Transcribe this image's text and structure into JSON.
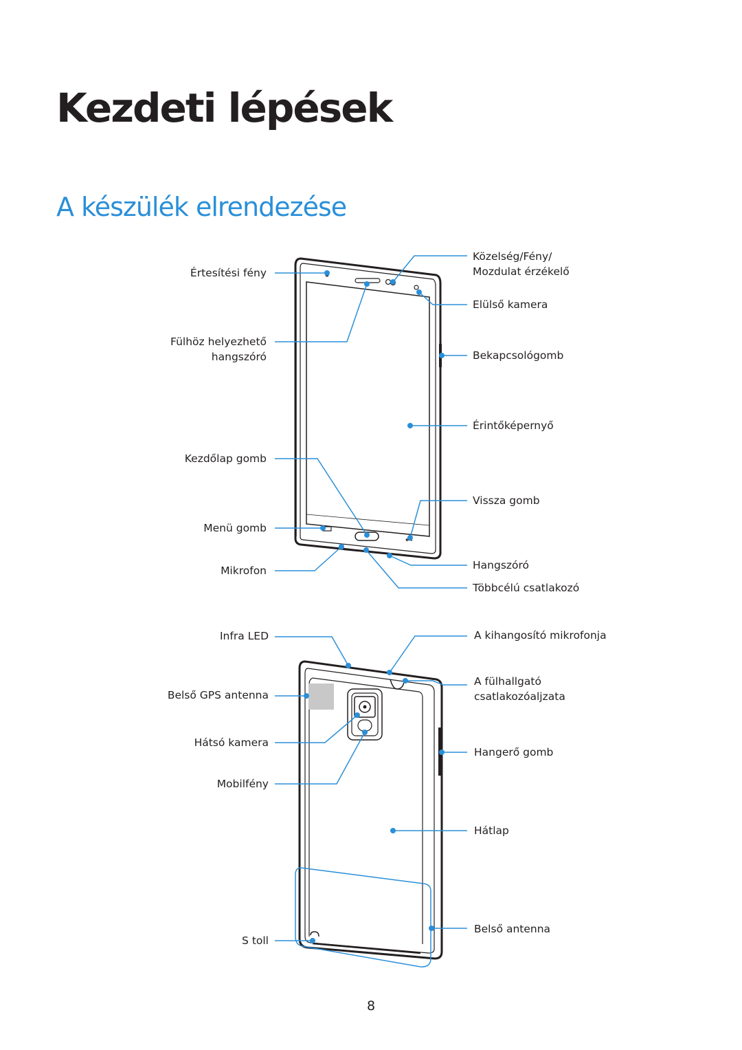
{
  "chapter_title": "Kezdeti lépések",
  "section_title": "A készülék elrendezése",
  "page_number": "8",
  "accent_color": "#2a8fd8",
  "front_labels": {
    "notification_light": "Értesítési fény",
    "earpiece_line1": "Fülhöz helyezhető",
    "earpiece_line2": "hangszóró",
    "home_button": "Kezdőlap gomb",
    "menu_button": "Menü gomb",
    "microphone": "Mikrofon",
    "proximity_line1": "Közelség/Fény/",
    "proximity_line2": "Mozdulat érzékelő",
    "front_camera": "Elülső kamera",
    "power_button": "Bekapcsológomb",
    "touchscreen": "Érintőképernyő",
    "back_button": "Vissza gomb",
    "speaker": "Hangszóró",
    "multipurpose_jack": "Többcélú csatlakozó"
  },
  "back_labels": {
    "infrared_led": "Infra LED",
    "gps_antenna": "Belső GPS antenna",
    "rear_camera": "Hátsó kamera",
    "flash": "Mobilfény",
    "s_pen": "S toll",
    "speakerphone_mic": "A kihangosító mikrofonja",
    "headset_jack_line1": "A fülhallgató",
    "headset_jack_line2": "csatlakozóaljzata",
    "volume_button": "Hangerő gomb",
    "back_cover": "Hátlap",
    "internal_antenna": "Belső antenna"
  }
}
